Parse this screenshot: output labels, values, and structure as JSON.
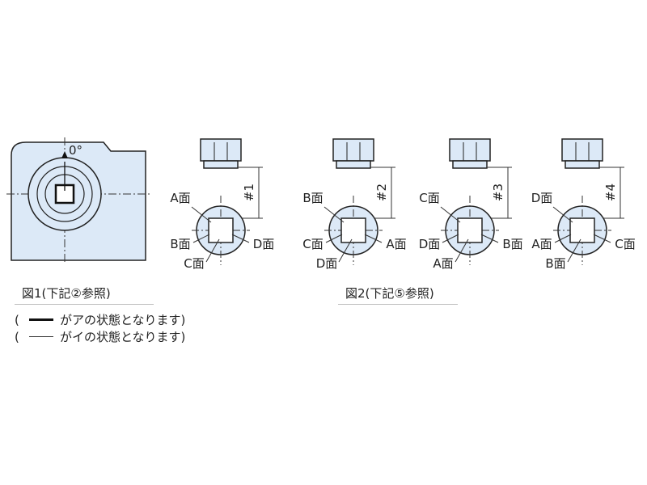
{
  "colors": {
    "fill": "#dce9f7",
    "stroke": "#222222",
    "thin": "#333333"
  },
  "figure1": {
    "angle_label": "0°",
    "caption": "図1(下記②参照)"
  },
  "figure2": {
    "caption": "図2(下記⑤参照)",
    "units": [
      {
        "number": "#1",
        "top": "A面",
        "left": "B面",
        "right": "D面",
        "bottom": "C面"
      },
      {
        "number": "#2",
        "top": "B面",
        "left": "C面",
        "right": "A面",
        "bottom": "D面"
      },
      {
        "number": "#3",
        "top": "C面",
        "left": "D面",
        "right": "B面",
        "bottom": "A面"
      },
      {
        "number": "#4",
        "top": "D面",
        "left": "A面",
        "right": "C面",
        "bottom": "B面"
      }
    ]
  },
  "legend": {
    "open_paren": "(",
    "row1": "がアの状態となります)",
    "row2": "がイの状態となります)"
  }
}
